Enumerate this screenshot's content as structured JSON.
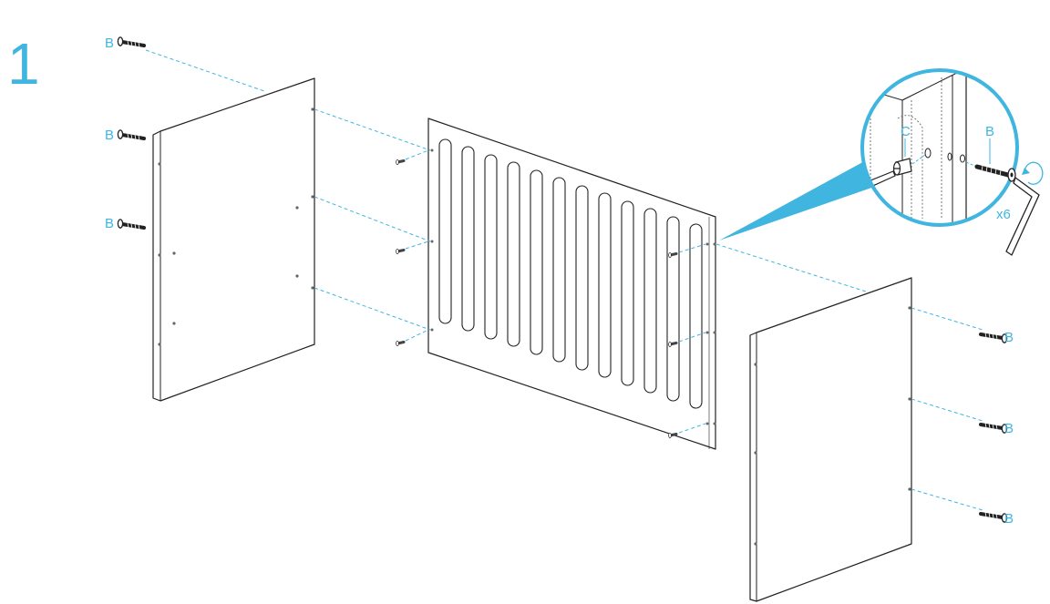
{
  "step": {
    "number": "1"
  },
  "labels": {
    "screw": "B",
    "barrel_nut": "C",
    "quantity": "x6"
  },
  "colors": {
    "accent": "#3fb5e0",
    "line": "#222222",
    "fill": "#ffffff"
  },
  "icons": [
    "screw-icon",
    "barrel-nut-icon",
    "allen-key-icon",
    "screwdriver-icon",
    "rotation-arrow-icon"
  ]
}
